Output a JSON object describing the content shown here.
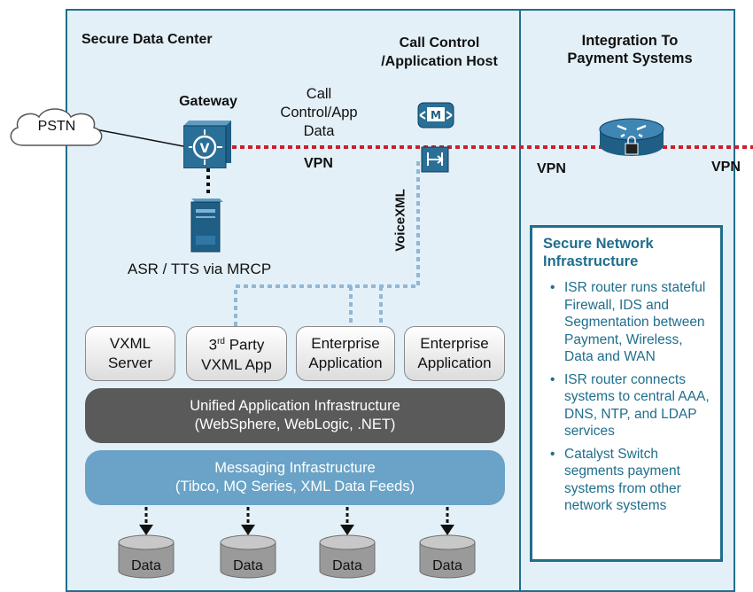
{
  "zones": {
    "data_center": "Secure Data Center",
    "integration": "Integration To Payment Systems"
  },
  "pstn": "PSTN",
  "gateway": "Gateway",
  "asr": "ASR / TTS via MRCP",
  "call_control_data": "Call Control/App Data",
  "vpn": "VPN",
  "call_control_host": "Call Control /Application Host",
  "voicexml": "VoiceXML",
  "apps": {
    "vxml_server": "VXML Server",
    "third_party_sup": "rd",
    "third_party_prefix": "3",
    "third_party_rest": "Party",
    "third_party_line2": "VXML App",
    "enterprise_1": "Enterprise Application",
    "enterprise_2": "Enterprise Application"
  },
  "unified": {
    "title": "Unified Application Infrastructure",
    "detail": "(WebSphere, WebLogic, .NET)"
  },
  "messaging": {
    "title": "Messaging Infrastructure",
    "detail": "(Tibco, MQ Series, XML Data Feeds)"
  },
  "data_stores": [
    "Data",
    "Data",
    "Data",
    "Data"
  ],
  "secure_network": {
    "title": "Secure Network Infrastructure",
    "bullets": [
      "ISR router runs stateful Firewall, IDS and Segmentation between Payment, Wireless, Data and WAN",
      "ISR router connects systems to central AAA, DNS, NTP, and LDAP services",
      "Catalyst Switch segments payment systems from other network systems"
    ]
  },
  "colors": {
    "zone_fill": "#e4f0f7",
    "zone_border": "#1f6e8c",
    "vpn_line": "#cc1f2d",
    "voicexml_line": "#8fb8d6",
    "unified_bar": "#5a5a5a",
    "messaging_bar": "#6aa3c7",
    "device_blue": "#1f5f86"
  }
}
